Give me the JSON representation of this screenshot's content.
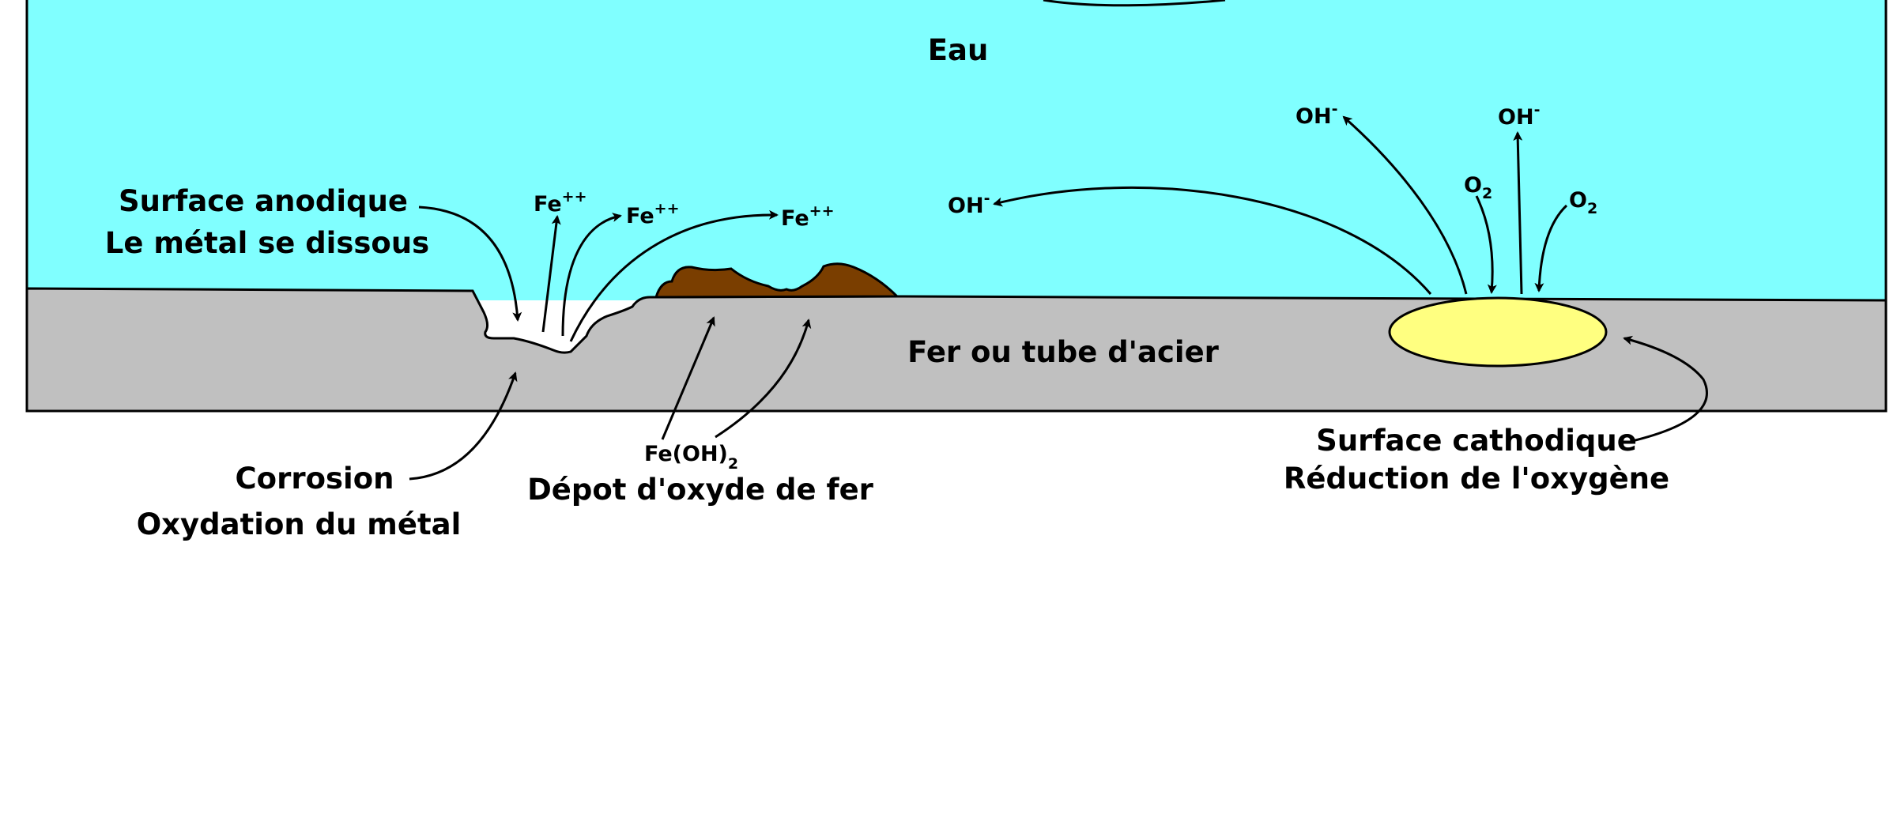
{
  "colors": {
    "water": "#80ffff",
    "metal": "#c0c0c0",
    "rust": "#7a3e00",
    "cathode": "#ffff80",
    "outline": "#000000"
  },
  "labels": {
    "water": "Eau",
    "metal": "Fer ou tube d'acier",
    "anodic_line1": "Surface anodique",
    "anodic_line2": "Le métal se dissous",
    "corrosion_line1": "Corrosion",
    "corrosion_line2": "Oxydation du métal",
    "deposit": "Dépot d'oxyde de fer",
    "cathodic_line1": "Surface cathodique",
    "cathodic_line2": "Réduction de l'oxygène"
  },
  "ions": {
    "fe_base": "Fe",
    "fe_charge": "++",
    "oh_base": "OH",
    "oh_charge": "-",
    "o2_base": "O",
    "o2_sub": "2",
    "feoh_base": "Fe(OH)",
    "feoh_sub": "2"
  }
}
